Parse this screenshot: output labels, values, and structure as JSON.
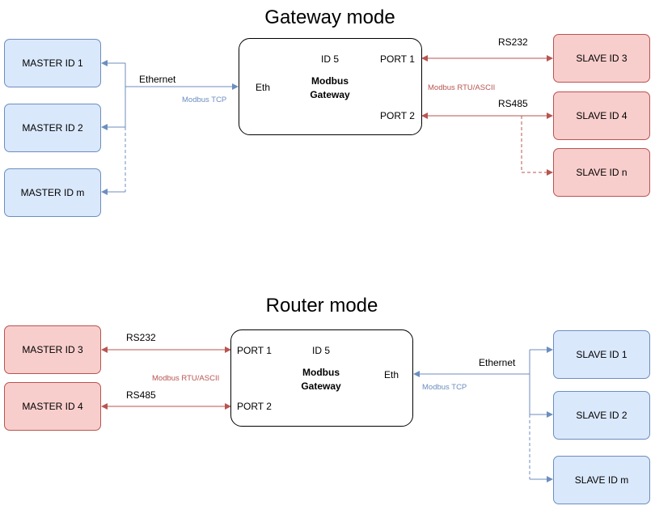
{
  "gateway": {
    "title": "Gateway mode",
    "masters": [
      "MASTER ID 1",
      "MASTER ID 2",
      "MASTER ID m"
    ],
    "slaves": [
      "SLAVE ID 3",
      "SLAVE ID 4",
      "SLAVE ID n"
    ],
    "node": {
      "eth": "Eth",
      "id": "ID 5",
      "port1": "PORT 1",
      "port2": "PORT 2",
      "name_line1": "Modbus",
      "name_line2": "Gateway"
    },
    "ethernet": "Ethernet",
    "modbus_tcp": "Modbus TCP",
    "modbus_rtu": "Modbus RTU/ASCII",
    "rs232": "RS232",
    "rs485": "RS485"
  },
  "router": {
    "title": "Router mode",
    "masters": [
      "MASTER ID 3",
      "MASTER ID 4"
    ],
    "slaves": [
      "SLAVE ID 1",
      "SLAVE ID 2",
      "SLAVE ID m"
    ],
    "node": {
      "eth": "Eth",
      "id": "ID 5",
      "port1": "PORT 1",
      "port2": "PORT 2",
      "name_line1": "Modbus",
      "name_line2": "Gateway"
    },
    "ethernet": "Ethernet",
    "modbus_tcp": "Modbus TCP",
    "modbus_rtu": "Modbus RTU/ASCII",
    "rs232": "RS232",
    "rs485": "RS485"
  },
  "colors": {
    "blue_fill": "#dae8fc",
    "blue_stroke": "#6c8ebf",
    "red_fill": "#f8cecc",
    "red_stroke": "#b85450"
  }
}
